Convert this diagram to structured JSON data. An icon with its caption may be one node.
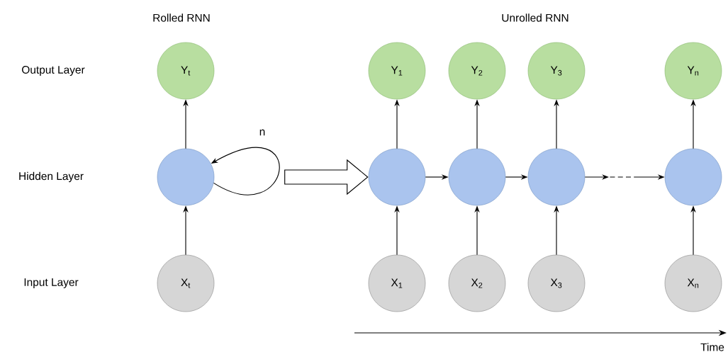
{
  "diagram": {
    "nodes": [
      {
        "text": [
          "Y$_{t}$"
        ]
      },
      {
        "text": [],
        "shape": "circle"
      },
      {
        "text": [
          "X$_{t}$"
        ]
      },
      {
        "text": [
          "Y$_{1}$"
        ]
      },
      {
        "text": [
          "Y$_{2}$"
        ]
      },
      {
        "text": [
          "Y$_{3}$"
        ]
      },
      {
        "text": [
          "Y$_{n}$"
        ]
      },
      {
        "text": [],
        "shape": "circle"
      },
      {
        "text": [],
        "shape": "circle"
      },
      {
        "text": [],
        "shape": "circle"
      },
      {
        "text": [],
        "shape": "circle"
      },
      {
        "text": [
          "X$_{1}$"
        ]
      },
      {
        "text": [
          "X$_{2}$"
        ]
      },
      {
        "text": [
          "X$_{3}$"
        ]
      },
      {
        "text": [
          "X$_{n}$"
        ]
      }
    ],
    "edges": [
      {
        "from": 2,
        "to": 1,
        "arrow": "to"
      },
      {
        "from": 1,
        "to": 0,
        "arrow": "to"
      },
      {
        "from": 1,
        "to": 1,
        "arrow": "to",
        "label": "n"
      },
      {
        "from": null,
        "to": 7,
        "arrow": "to",
        "style": "thick"
      },
      {
        "from": 11,
        "to": 7,
        "arrow": "to"
      },
      {
        "from": 12,
        "to": 8,
        "arrow": "to"
      },
      {
        "from": 13,
        "to": 9,
        "arrow": "to"
      },
      {
        "from": 14,
        "to": 10,
        "arrow": "to"
      },
      {
        "from": 7,
        "to": 3,
        "arrow": "to"
      },
      {
        "from": 8,
        "to": 4,
        "arrow": "to"
      },
      {
        "from": 9,
        "to": 5,
        "arrow": "to"
      },
      {
        "from": 10,
        "to": 6,
        "arrow": "to"
      },
      {
        "from": 7,
        "to": 8,
        "arrow": "to"
      },
      {
        "from": 8,
        "to": 9,
        "arrow": "to"
      },
      {
        "from": 9,
        "to": 10,
        "arrow": "to",
        "style": "dashed"
      }
    ],
    "labels": [
      "Rolled RNN",
      "Unrolled RNN",
      "Output Layer",
      "Hidden Layer",
      "Input Layer",
      "Time"
    ]
  }
}
